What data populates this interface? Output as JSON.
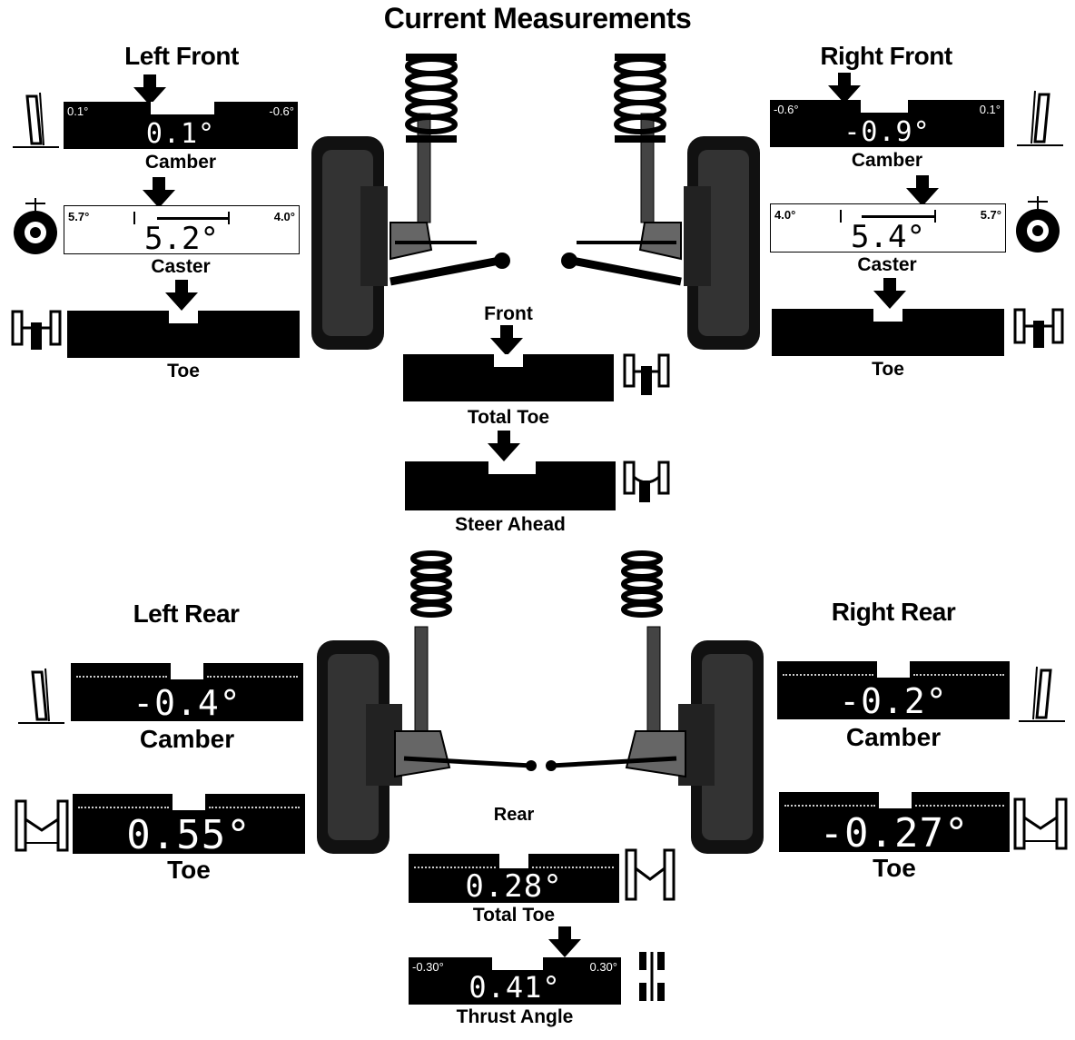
{
  "title": "Current Measurements",
  "left_front": {
    "heading": "Left Front",
    "camber": {
      "value": "0.1°",
      "min": "0.1°",
      "max": "-0.6°",
      "label": "Camber"
    },
    "caster": {
      "value": "5.2°",
      "min": "5.7°",
      "max": "4.0°",
      "label": "Caster"
    },
    "toe": {
      "label": "Toe"
    }
  },
  "right_front": {
    "heading": "Right Front",
    "camber": {
      "value": "-0.9°",
      "min": "-0.6°",
      "max": "0.1°",
      "label": "Camber"
    },
    "caster": {
      "value": "5.4°",
      "min": "4.0°",
      "max": "5.7°",
      "label": "Caster"
    },
    "toe": {
      "label": "Toe"
    }
  },
  "front_center": {
    "heading": "Front",
    "total_toe": {
      "label": "Total Toe"
    },
    "steer_ahead": {
      "label": "Steer Ahead"
    }
  },
  "left_rear": {
    "heading": "Left Rear",
    "camber": {
      "value": "-0.4°",
      "label": "Camber"
    },
    "toe": {
      "value": "0.55°",
      "label": "Toe"
    }
  },
  "right_rear": {
    "heading": "Right Rear",
    "camber": {
      "value": "-0.2°",
      "label": "Camber"
    },
    "toe": {
      "value": "-0.27°",
      "label": "Toe"
    }
  },
  "rear_center": {
    "heading": "Rear",
    "total_toe": {
      "value": "0.28°",
      "label": "Total Toe"
    },
    "thrust_angle": {
      "value": "0.41°",
      "min": "-0.30°",
      "max": "0.30°",
      "label": "Thrust Angle"
    }
  },
  "colors": {
    "gauge_bg": "#000000",
    "page_bg": "#ffffff",
    "text": "#000000"
  },
  "icons": [
    "camber-icon",
    "caster-icon",
    "toe-icon",
    "front-suspension-icon",
    "rear-suspension-icon",
    "tire-icon",
    "down-arrow-icon"
  ]
}
